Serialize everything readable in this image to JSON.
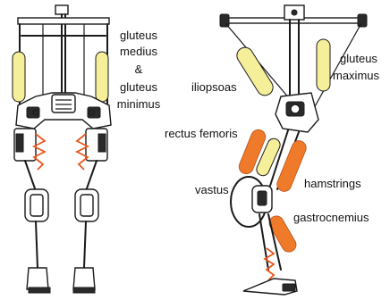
{
  "labels": {
    "gluteus_medius_1": "gluteus",
    "gluteus_medius_2": "medius",
    "gluteus_medius_3": "&",
    "gluteus_medius_4": "gluteus",
    "gluteus_medius_5": "minimus",
    "gluteus_maximus_1": "gluteus",
    "gluteus_maximus_2": "maximus",
    "iliopsoas": "iliopsoas",
    "rectus_femoris": "rectus femoris",
    "vastus": "vastus",
    "hamstrings": "hamstrings",
    "gastrocnemius": "gastrocnemius"
  },
  "colors": {
    "frame": "#1a1a1a",
    "yellow_muscle": "#f6ef9a",
    "orange_muscle": "#ee7a2a",
    "spring": "#e8571e"
  }
}
